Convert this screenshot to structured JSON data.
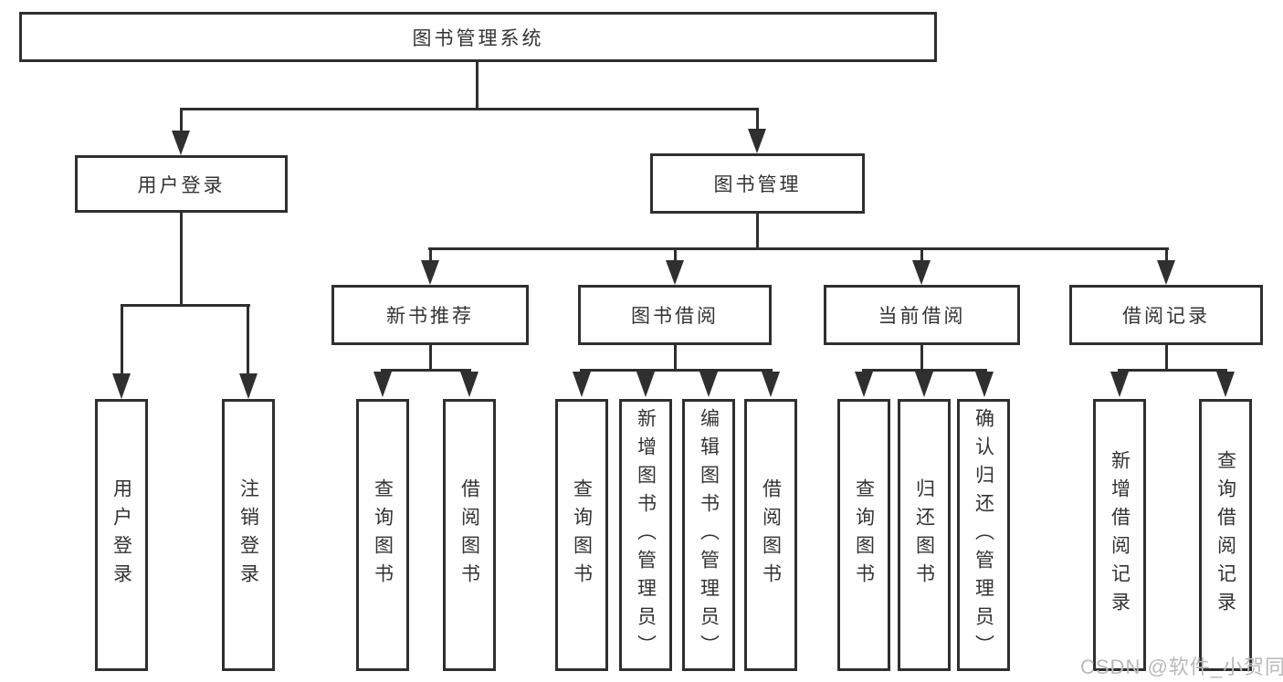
{
  "colors": {
    "line": "#2f2f2f",
    "text": "#333333",
    "watermark": "#b9b9b9",
    "background": "#ffffff"
  },
  "watermark": "CSDN @软件_小贺同学",
  "tree": {
    "root": "图书管理系统",
    "level2": [
      {
        "label": "用户登录",
        "children": [
          "用户登录",
          "注销登录"
        ]
      },
      {
        "label": "图书管理"
      }
    ],
    "level3": [
      {
        "label": "新书推荐",
        "children": [
          "查询图书",
          "借阅图书"
        ]
      },
      {
        "label": "图书借阅",
        "children": [
          "查询图书",
          "新增图书（管理员）",
          "编辑图书（管理员）",
          "借阅图书"
        ]
      },
      {
        "label": "当前借阅",
        "children": [
          "查询图书",
          "归还图书",
          "确认归还（管理员）"
        ]
      },
      {
        "label": "借阅记录",
        "children": [
          "新增借阅记录",
          "查询借阅记录"
        ]
      }
    ]
  }
}
